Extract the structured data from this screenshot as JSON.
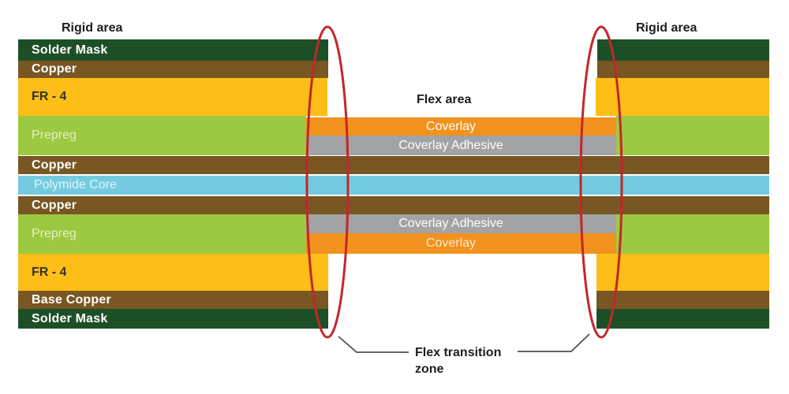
{
  "labels": {
    "rigid_area_left": "Rigid area",
    "rigid_area_right": "Rigid area",
    "flex_area": "Flex area",
    "flex_transition_line1": "Flex transition",
    "flex_transition_line2": "zone"
  },
  "stack": {
    "labels": {
      "solder_mask_top": "Solder Mask",
      "copper_top": "Copper",
      "fr4_top": "FR - 4",
      "prepreg_top": "Prepreg",
      "copper_mid_top": "Copper",
      "polymide_core": "Polymide Core",
      "copper_mid_bottom": "Copper",
      "prepreg_bottom": "Prepreg",
      "fr4_bottom": "FR - 4",
      "base_copper": "Base Copper",
      "solder_mask_bottom": "Solder Mask"
    },
    "flex_labels": {
      "coverlay_top": "Coverlay",
      "coverlay_adhesive_top": "Coverlay Adhesive",
      "coverlay_adhesive_bottom": "Coverlay Adhesive",
      "coverlay_bottom": "Coverlay"
    }
  },
  "colors": {
    "solder_mask": "#1d4f26",
    "copper": "#785723",
    "fr4": "#fcbe17",
    "prepreg": "#9dc841",
    "polymide_core": "#74cbdf",
    "coverlay": "#f2921e",
    "coverlay_adhesive": "#a2a3a5",
    "transition_ellipse": "#c4262b",
    "leader_line": "#4f4f4f",
    "title_text": "#1d1d1b",
    "fr4_text": "#35312a",
    "prepreg_text": "#e3f2c0",
    "polymide_text": "#e2f5f9",
    "coverlay_bottom_text": "#fbe8cb",
    "white_text": "#ffffff"
  }
}
